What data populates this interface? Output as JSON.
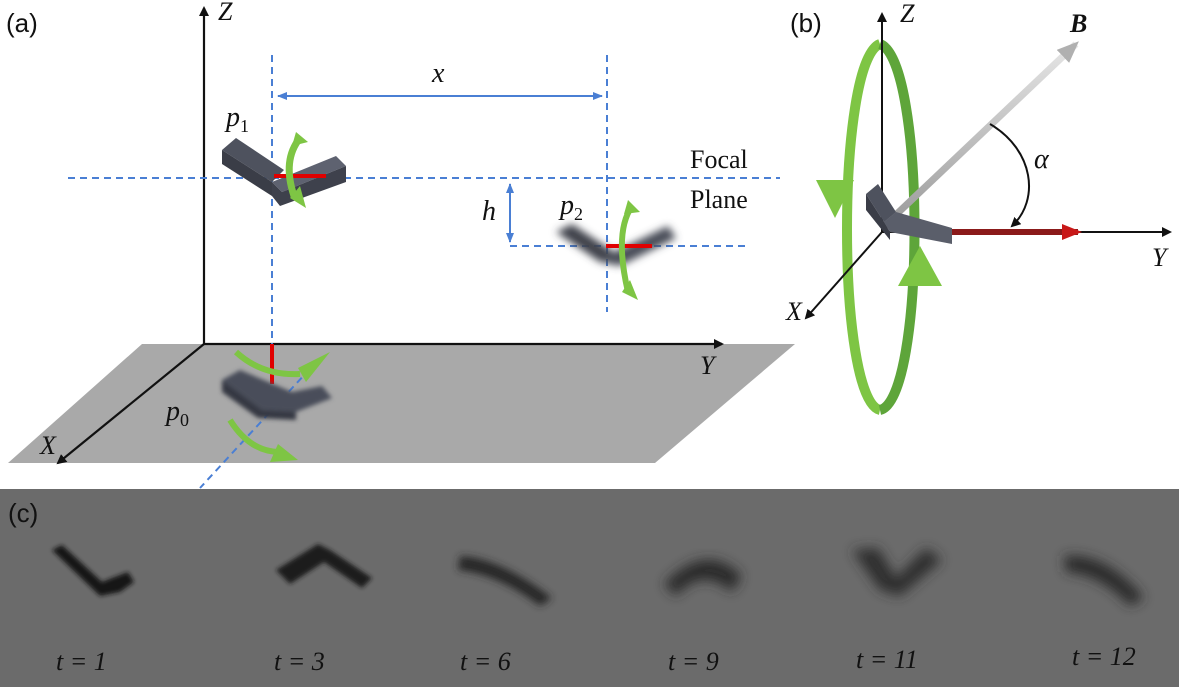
{
  "panels": {
    "a": {
      "label": "(a)",
      "axes": {
        "z": "Z",
        "y": "Y",
        "x": "X"
      },
      "particles": [
        {
          "name": "p",
          "sub": "1"
        },
        {
          "name": "p",
          "sub": "2"
        },
        {
          "name": "p",
          "sub": "0"
        }
      ],
      "distance_x": "x",
      "height": "h",
      "plane_label_line1": "Focal",
      "plane_label_line2": "Plane"
    },
    "b": {
      "label": "(b)",
      "axes": {
        "z": "Z",
        "y": "Y",
        "x": "X"
      },
      "field": "B",
      "angle": "α"
    },
    "c": {
      "label": "(c)",
      "frames": [
        {
          "t": "t = 1"
        },
        {
          "t": "t = 3"
        },
        {
          "t": "t = 6"
        },
        {
          "t": "t = 9"
        },
        {
          "t": "t = 11"
        },
        {
          "t": "t = 12"
        }
      ]
    }
  },
  "colors": {
    "plane_gray": "#a9a9a9",
    "dashed_blue": "#4a7fd4",
    "green_arrow": "#7ec544",
    "red_moment": "#e00000",
    "dark_red": "#8b1a1a",
    "particle": "#5a5e6a",
    "photo_bg": "#6b6b6b"
  }
}
